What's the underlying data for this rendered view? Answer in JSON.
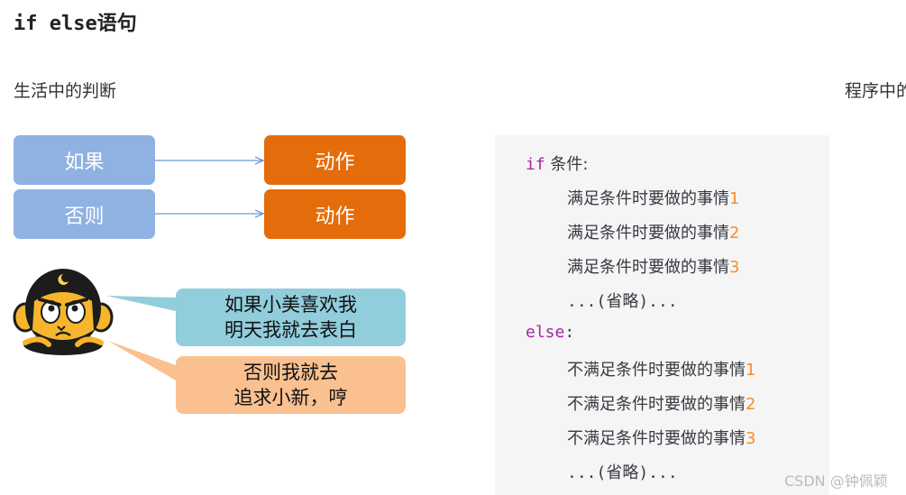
{
  "title": "if else语句",
  "life_heading": "生活中的判断",
  "program_heading": "程序中的",
  "flow": {
    "if_label": "如果",
    "else_label": "否则",
    "action_label_1": "动作",
    "action_label_2": "动作"
  },
  "bubbles": {
    "top_line1": "如果小美喜欢我",
    "top_line2": "明天我就去表白",
    "bottom_line1": "否则我就去",
    "bottom_line2": "追求小新，哼"
  },
  "code": {
    "if_kw": "if",
    "if_cond": " 条件:",
    "if_lines": [
      {
        "text": "满足条件时要做的事情",
        "num": "1"
      },
      {
        "text": "满足条件时要做的事情",
        "num": "2"
      },
      {
        "text": "满足条件时要做的事情",
        "num": "3"
      }
    ],
    "if_ellipsis": "...(省略)...",
    "else_kw": "else",
    "else_colon": ":",
    "else_lines": [
      {
        "text": "不满足条件时要做的事情",
        "num": "1"
      },
      {
        "text": "不满足条件时要做的事情",
        "num": "2"
      },
      {
        "text": "不满足条件时要做的事情",
        "num": "3"
      }
    ],
    "else_ellipsis": "...(省略)..."
  },
  "watermark": "CSDN @钟佩颖",
  "colors": {
    "blue_box": "#8fb2e3",
    "orange_box": "#e46c0a",
    "teal_bubble": "#92cddc",
    "peach_bubble": "#fac090",
    "keyword": "#a626a4",
    "number": "#f88e2b"
  }
}
